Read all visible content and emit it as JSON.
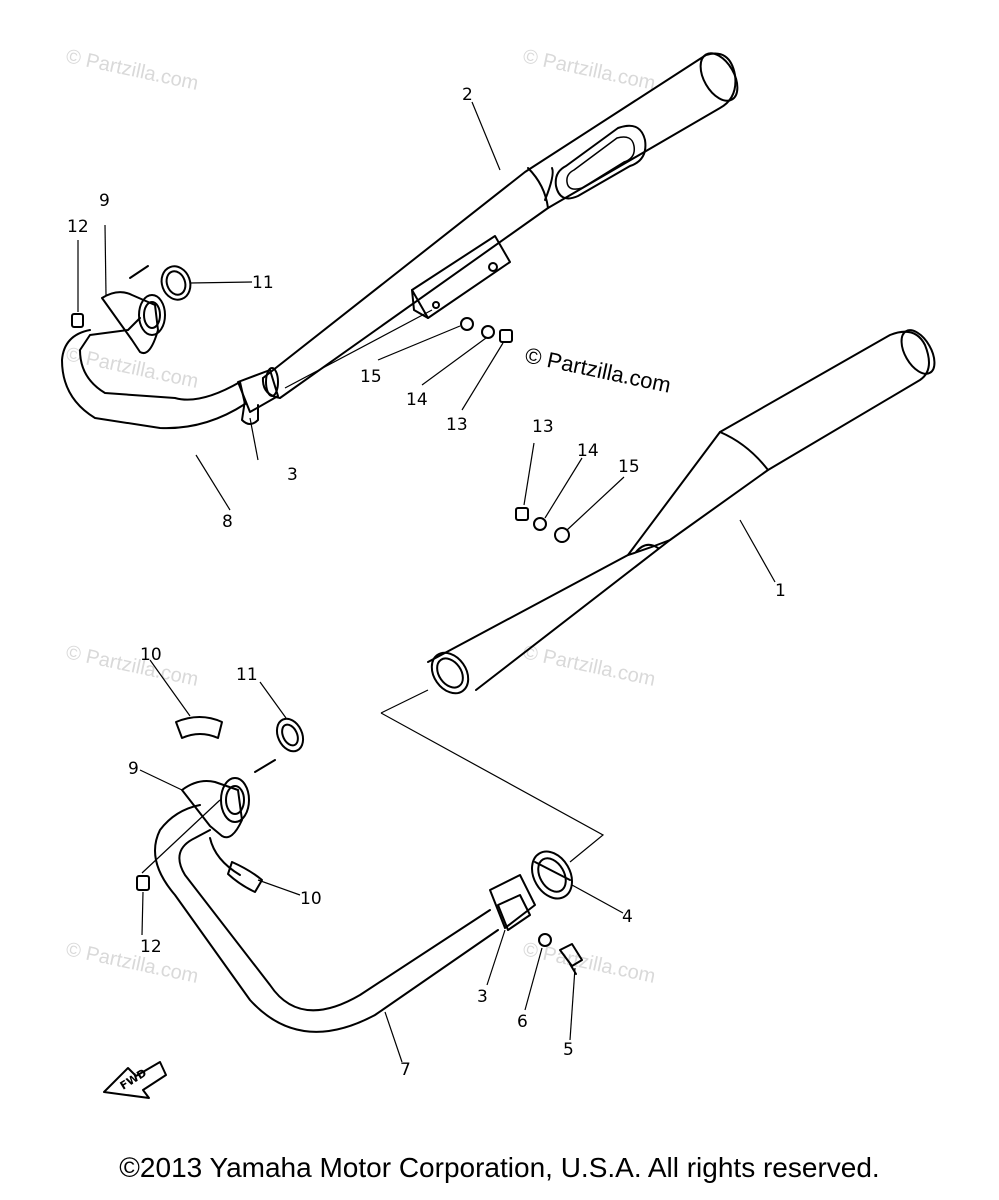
{
  "watermarks": {
    "faint": "© Partzilla.com",
    "main": "© Partzilla.com"
  },
  "callouts": {
    "c1": "1",
    "c2": "2",
    "c3a": "3",
    "c3b": "3",
    "c4": "4",
    "c5": "5",
    "c6": "6",
    "c7": "7",
    "c8": "8",
    "c9a": "9",
    "c9b": "9",
    "c10a": "10",
    "c10b": "10",
    "c11a": "11",
    "c11b": "11",
    "c12a": "12",
    "c12b": "12",
    "c13a": "13",
    "c13b": "13",
    "c14a": "14",
    "c14b": "14",
    "c15a": "15",
    "c15b": "15"
  },
  "fwd_label": "FWD",
  "copyright": "©2013 Yamaha Motor Corporation, U.S.A. All rights reserved."
}
